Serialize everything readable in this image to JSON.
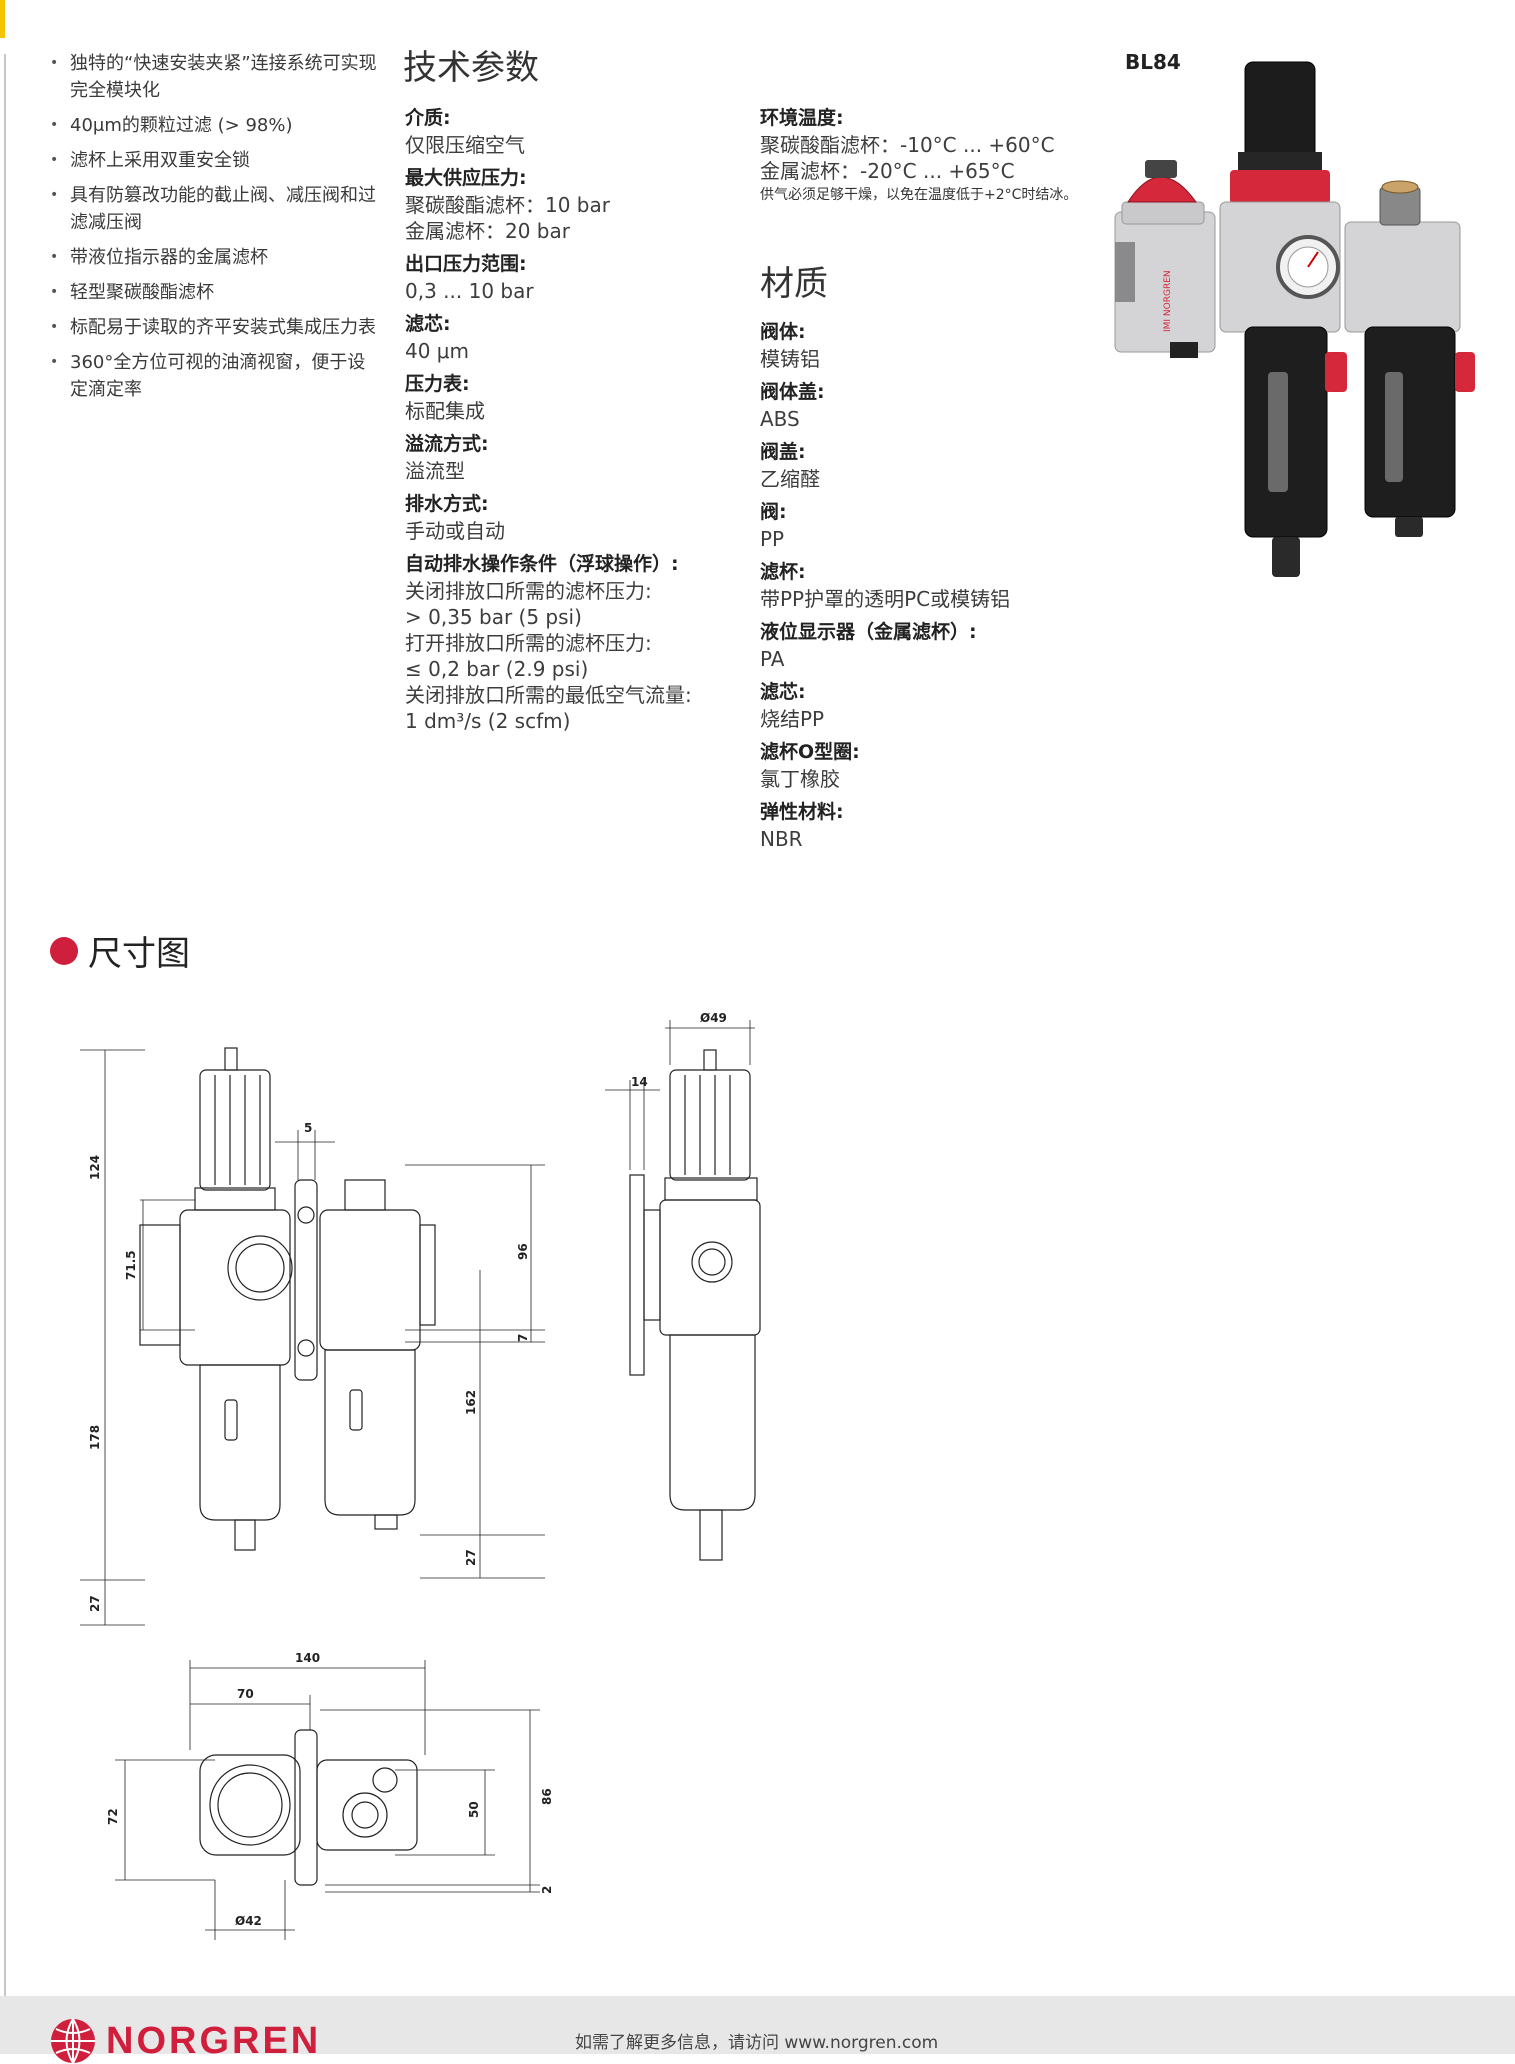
{
  "colors": {
    "accent_yellow": "#f5c200",
    "brand_red": "#d01f3c"
  },
  "features": [
    "独特的“快速安装夹紧”连接系统可实现完全模块化",
    "40μm的颗粒过滤 (> 98%)",
    "滤杯上采用双重安全锁",
    "具有防篡改功能的截止阀、减压阀和过滤减压阀",
    "带液位指示器的金属滤杯",
    "轻型聚碳酸酯滤杯",
    "标配易于读取的齐平安装式集成压力表",
    "360°全方位可视的油滴视窗，便于设定滴定率"
  ],
  "tech": {
    "title": "技术参数",
    "items": [
      {
        "label": "介质:",
        "lines": [
          "仅限压缩空气"
        ]
      },
      {
        "label": "最大供应压力:",
        "lines": [
          "聚碳酸酯滤杯：10 bar",
          "金属滤杯：20 bar"
        ]
      },
      {
        "label": "出口压力范围:",
        "lines": [
          "0,3 ... 10 bar"
        ]
      },
      {
        "label": "滤芯:",
        "lines": [
          "40 μm"
        ]
      },
      {
        "label": "压力表:",
        "lines": [
          "标配集成"
        ]
      },
      {
        "label": "溢流方式:",
        "lines": [
          "溢流型"
        ]
      },
      {
        "label": "排水方式:",
        "lines": [
          "手动或自动"
        ]
      },
      {
        "label": "自动排水操作条件（浮球操作）:",
        "lines": [
          "关闭排放口所需的滤杯压力:",
          "> 0,35 bar (5 psi)",
          "打开排放口所需的滤杯压力:",
          "≤ 0,2 bar (2.9 psi)",
          "关闭排放口所需的最低空气流量:",
          "1 dm³/s (2 scfm)"
        ]
      }
    ]
  },
  "env": {
    "label": "环境温度:",
    "lines": [
      "聚碳酸酯滤杯：-10°C ... +60°C",
      "金属滤杯：-20°C ... +65°C"
    ],
    "note": "供气必须足够干燥，以免在温度低于+2°C时结冰。"
  },
  "materials": {
    "title": "材质",
    "items": [
      {
        "label": "阀体:",
        "value": "模铸铝"
      },
      {
        "label": "阀体盖:",
        "value": "ABS"
      },
      {
        "label": "阀盖:",
        "value": "乙缩醛"
      },
      {
        "label": "阀:",
        "value": "PP"
      },
      {
        "label": "滤杯:",
        "value": "带PP护罩的透明PC或模铸铝"
      },
      {
        "label": "液位显示器（金属滤杯）:",
        "value": "PA"
      },
      {
        "label": "滤芯:",
        "value": "烧结PP"
      },
      {
        "label": "滤杯O型圈:",
        "value": "氯丁橡胶"
      },
      {
        "label": "弹性材料:",
        "value": "NBR"
      }
    ]
  },
  "product": {
    "code": "BL84",
    "brand_label": "IMI NORGREN"
  },
  "dims": {
    "title": "尺寸图",
    "front": {
      "d124": "124",
      "d5": "5",
      "d71_5": "71.5",
      "d96": "96",
      "d7": "7",
      "d178": "178",
      "d162": "162",
      "d27a": "27",
      "d27b": "27"
    },
    "side": {
      "d49": "Ø49",
      "d14": "14"
    },
    "top": {
      "d140": "140",
      "d70": "70",
      "d72": "72",
      "d50": "50",
      "d86": "86",
      "d2": "2",
      "d42": "Ø42"
    }
  },
  "footer": {
    "brand": "NORGREN",
    "text": "如需了解更多信息，请访问 www.norgren.com"
  }
}
